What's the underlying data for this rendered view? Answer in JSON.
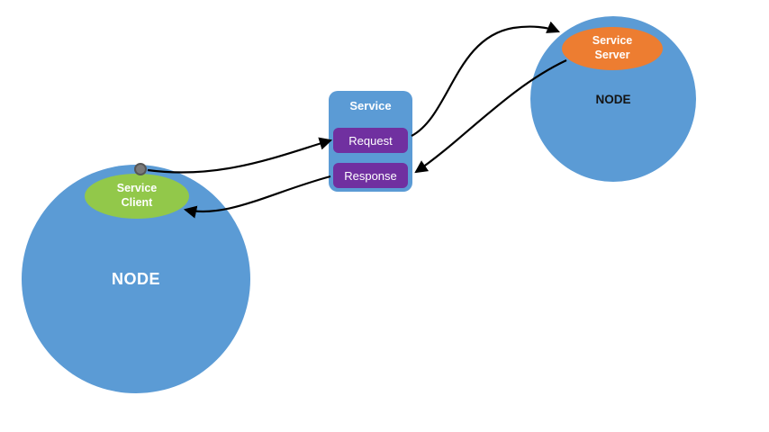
{
  "diagram": {
    "left_node": {
      "label": "NODE"
    },
    "service_client": {
      "line1": "Service",
      "line2": "Client"
    },
    "right_node": {
      "label": "NODE"
    },
    "service_server": {
      "line1": "Service",
      "line2": "Server"
    },
    "service_box": {
      "title": "Service",
      "request_label": "Request",
      "response_label": "Response"
    }
  },
  "colors": {
    "background": "#ffffff",
    "node_blue": "#5b9bd5",
    "client_green": "#92c84a",
    "server_orange": "#ed7d31",
    "pill_purple": "#7030a0",
    "dot_gray": "#7a7a7a",
    "dot_border": "#565656",
    "arrow_black": "#000000",
    "node_text_light": "#ffffff",
    "node_text_dark": "#141414"
  }
}
